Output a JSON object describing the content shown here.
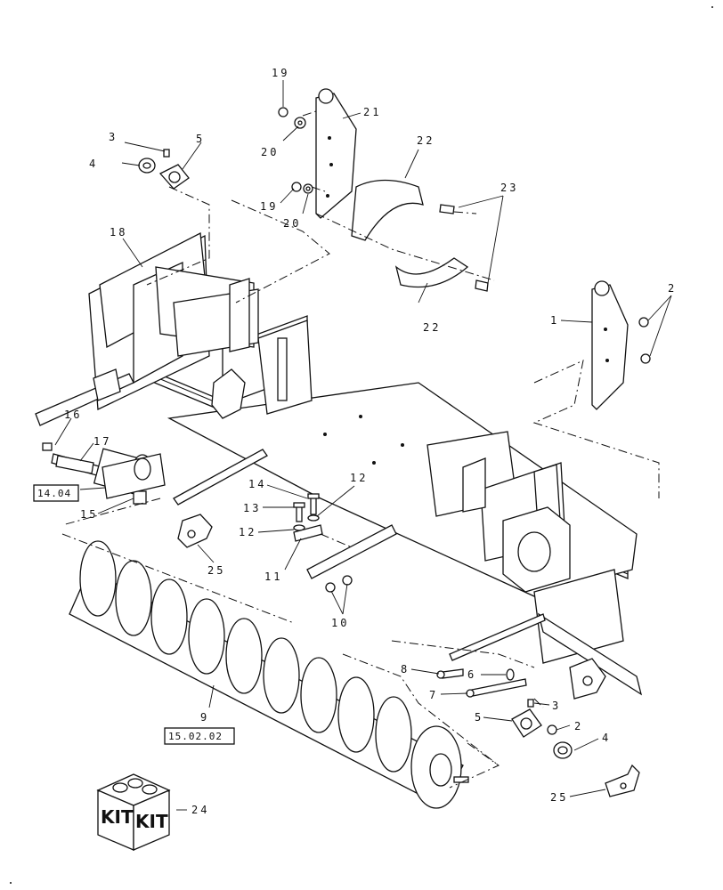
{
  "callouts": {
    "c1": "1",
    "c2a": "2",
    "c2b": "2",
    "c3a": "3",
    "c3b": "3",
    "c4a": "4",
    "c4b": "4",
    "c5a": "5",
    "c5b": "5",
    "c6": "6",
    "c7": "7",
    "c8": "8",
    "c9": "9",
    "c10": "10",
    "c11": "11",
    "c12a": "12",
    "c12b": "12",
    "c13": "13",
    "c14": "14",
    "c15": "15",
    "c16": "16",
    "c17": "17",
    "c18": "18",
    "c19a": "19",
    "c19b": "19",
    "c20a": "20",
    "c20b": "20",
    "c21": "21",
    "c22a": "22",
    "c22b": "22",
    "c23": "23",
    "c24": "24",
    "c25a": "25",
    "c25b": "25"
  },
  "references": {
    "ref_1404": "14.04",
    "ref_150202": "15.02.02"
  },
  "kit_box": {
    "label_left": "KIT",
    "label_right": "KIT"
  }
}
